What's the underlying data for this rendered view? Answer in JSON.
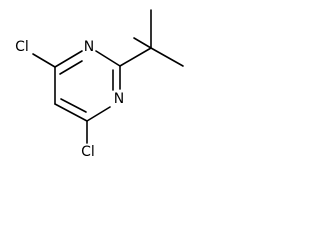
{
  "molecule": {
    "atoms": [
      {
        "id": "n_top",
        "label": "N"
      },
      {
        "id": "n_bottom",
        "label": "N"
      },
      {
        "id": "cl_top",
        "label": "Cl"
      },
      {
        "id": "cl_bottom",
        "label": "Cl"
      }
    ]
  }
}
